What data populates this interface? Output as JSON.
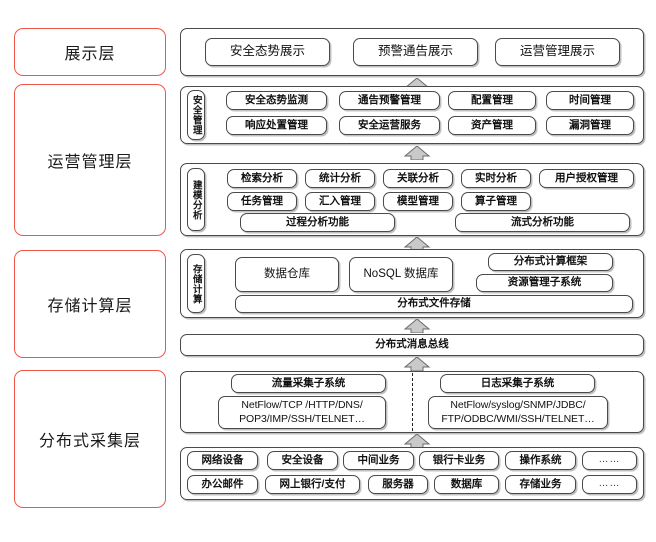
{
  "layers": [
    {
      "label": "展示层"
    },
    {
      "label": "运营管理层"
    },
    {
      "label": "存储计算层"
    },
    {
      "label": "分布式采集层"
    }
  ],
  "presentation": {
    "items": [
      {
        "label": "安全态势展示"
      },
      {
        "label": "预警通告展示"
      },
      {
        "label": "运营管理展示"
      }
    ]
  },
  "security_management": {
    "side_label": "安全管理",
    "row1": [
      {
        "label": "安全态势监测"
      },
      {
        "label": "通告预警管理"
      },
      {
        "label": "配置管理"
      },
      {
        "label": "时间管理"
      }
    ],
    "row2": [
      {
        "label": "响应处置管理"
      },
      {
        "label": "安全运营服务"
      },
      {
        "label": "资产管理"
      },
      {
        "label": "漏洞管理"
      }
    ]
  },
  "modeling_analysis": {
    "side_label": "建模分析",
    "row1": [
      {
        "label": "检索分析"
      },
      {
        "label": "统计分析"
      },
      {
        "label": "关联分析"
      },
      {
        "label": "实时分析"
      },
      {
        "label": "用户授权管理"
      }
    ],
    "row2": [
      {
        "label": "任务管理"
      },
      {
        "label": "汇入管理"
      },
      {
        "label": "模型管理"
      },
      {
        "label": "算子管理"
      }
    ],
    "row3": [
      {
        "label": "过程分析功能"
      },
      {
        "label": "流式分析功能"
      }
    ]
  },
  "storage_compute": {
    "side_label": "存储计算",
    "main": [
      {
        "label": "数据仓库"
      },
      {
        "label": "NoSQL 数据库"
      }
    ],
    "right_stack": [
      {
        "label": "分布式计算框架"
      },
      {
        "label": "资源管理子系统"
      }
    ],
    "bottom": {
      "label": "分布式文件存储"
    }
  },
  "message_bus": {
    "label": "分布式消息总线"
  },
  "collection": {
    "traffic": {
      "title": "流量采集子系统",
      "protocols": "NetFlow/TCP /HTTP/DNS/\nPOP3/IMP/SSH/TELNET…"
    },
    "log": {
      "title": "日志采集子系统",
      "protocols": "NetFlow/syslog/SNMP/JDBC/\nFTP/ODBC/WMI/SSH/TELNET…"
    }
  },
  "sources": {
    "row1": [
      {
        "label": "网络设备"
      },
      {
        "label": "安全设备"
      },
      {
        "label": "中间业务"
      },
      {
        "label": "银行卡业务"
      },
      {
        "label": "操作系统"
      },
      {
        "label": "……"
      }
    ],
    "row2": [
      {
        "label": "办公邮件"
      },
      {
        "label": "网上银行/支付"
      },
      {
        "label": "服务器"
      },
      {
        "label": "数据库"
      },
      {
        "label": "存储业务"
      },
      {
        "label": "……"
      }
    ]
  },
  "colors": {
    "layer_border": "#f0564a",
    "box_border": "#4a4a4a",
    "arrow_fill": "#c9c9c9",
    "arrow_stroke": "#6b6b6b"
  }
}
